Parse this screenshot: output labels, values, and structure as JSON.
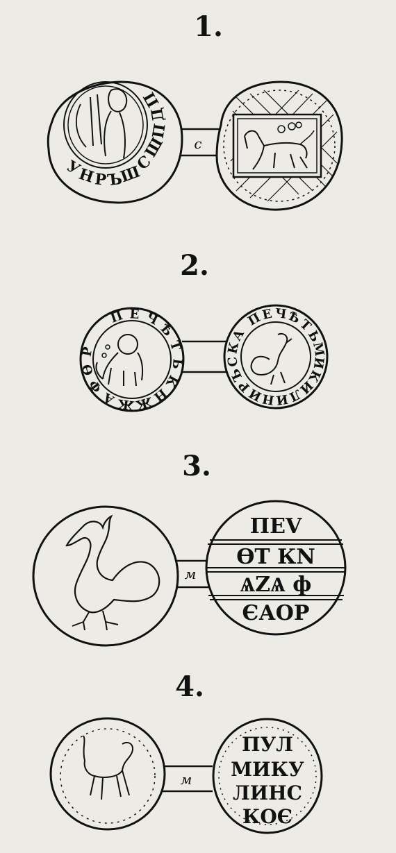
{
  "figures": [
    {
      "number": "1.",
      "cord_letter": "c",
      "obverse_legend": [
        "У",
        "Н",
        "Р",
        "Ъ",
        "Ш",
        "С",
        "Ш",
        "П",
        "Д",
        "П"
      ],
      "reverse_legend": []
    },
    {
      "number": "2.",
      "cord_letter": "",
      "obverse_legend": [
        "П",
        "Е",
        "Ч",
        "Ѣ",
        "Т",
        "Ь",
        "К",
        "Н",
        "Ж",
        "Ж",
        "А",
        "Ф",
        "Ѳ",
        "Р"
      ],
      "reverse_legend": [
        "П",
        "Е",
        "Ч",
        "Ѣ",
        "Т",
        "Ь",
        "М",
        "И",
        "К",
        "И",
        "Л",
        "И",
        "Н",
        "И",
        "Р",
        "Ъ",
        "С",
        "К",
        "А"
      ]
    },
    {
      "number": "3.",
      "cord_letter": "м",
      "reverse_lines": [
        "ПЕV",
        "ѲТ КN",
        "ѦΖѦ ф",
        "ЄАОР"
      ]
    },
    {
      "number": "4.",
      "cord_letter": "м",
      "reverse_lines": [
        "ПУЛ",
        "МИКУ",
        "ЛИНС",
        "КОЄ"
      ]
    }
  ]
}
